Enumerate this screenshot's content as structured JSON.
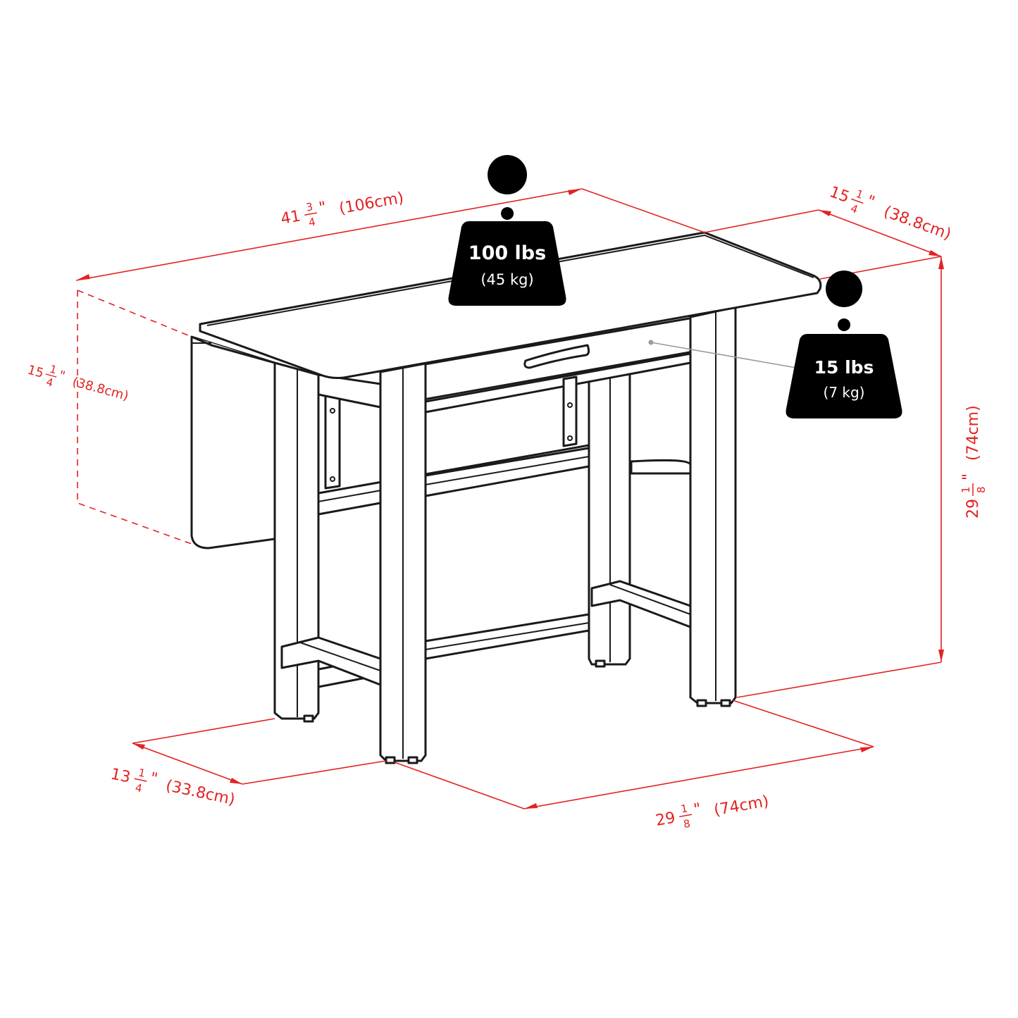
{
  "colors": {
    "dimension": "#e32222",
    "outline": "#1a1a1a",
    "badge": "#000000"
  },
  "dimensions": {
    "length": {
      "whole": "41",
      "num": "3",
      "den": "4",
      "suffix": "\"",
      "metric": "(106cm)"
    },
    "depth_top": {
      "whole": "15",
      "num": "1",
      "den": "4",
      "suffix": "\"",
      "metric": "(38.8cm)"
    },
    "leaf": {
      "whole": "15",
      "num": "1",
      "den": "4",
      "suffix": "\"",
      "metric": "(38.8cm)"
    },
    "height": {
      "whole": "29",
      "num": "1",
      "den": "8",
      "suffix": "\"",
      "metric": "(74cm)"
    },
    "base_depth": {
      "whole": "13",
      "num": "1",
      "den": "4",
      "suffix": "\"",
      "metric": "(33.8cm)"
    },
    "base_width": {
      "whole": "29",
      "num": "1",
      "den": "8",
      "suffix": "\"",
      "metric": "(74cm)"
    }
  },
  "weights": {
    "top": {
      "icon": "weight-icon",
      "label": "100 lbs",
      "metric": "(45 kg)"
    },
    "drawer": {
      "icon": "weight-icon",
      "label": "15 lbs",
      "metric": "(7 kg)"
    }
  }
}
